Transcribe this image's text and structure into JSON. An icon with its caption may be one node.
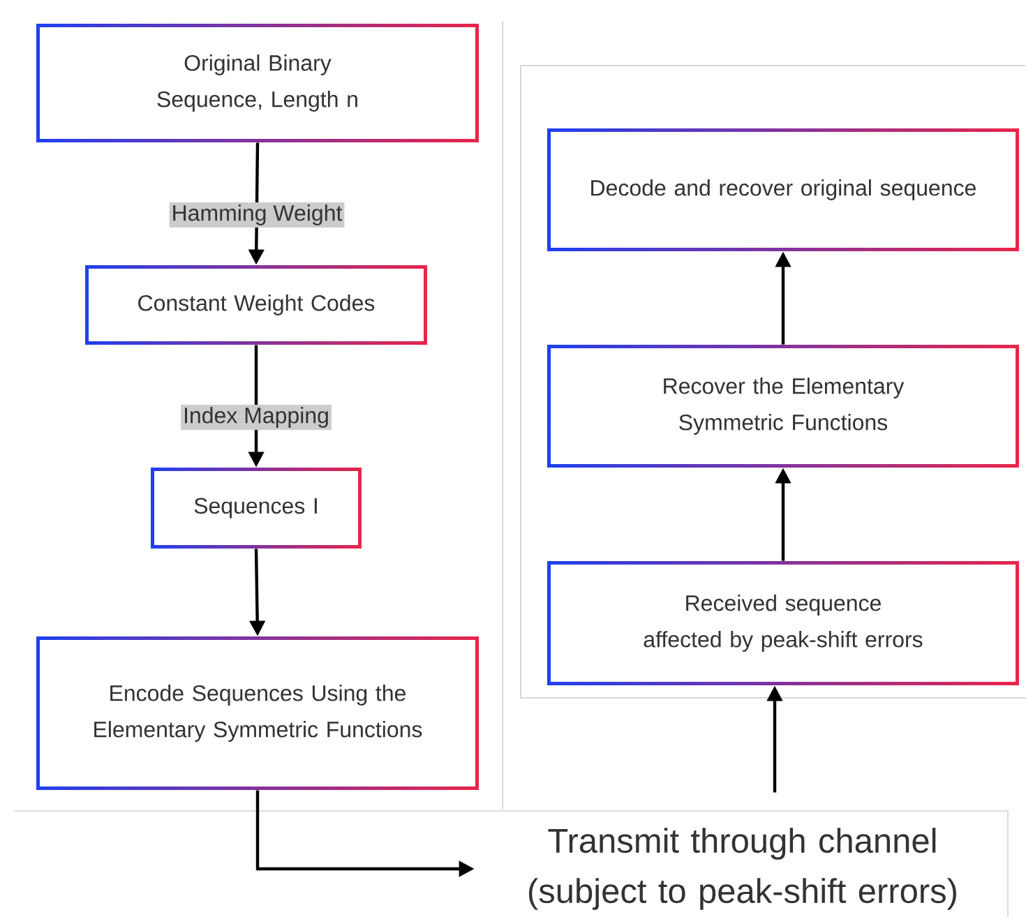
{
  "diagram": {
    "nodes": [
      {
        "text": [
          "Original Binary Sequence, Length n"
        ]
      },
      {
        "text": [
          "Constant Weight Codes"
        ]
      },
      {
        "text": [
          "Sequences I"
        ]
      },
      {
        "text": [
          "Encode Sequences Using the Elementary Symmetric Functions"
        ]
      },
      {
        "text": [
          "Transmit through channel (subject to peak-shift errors)"
        ]
      },
      {
        "text": [
          "Received sequence affected by peak-shift errors"
        ]
      },
      {
        "text": [
          "Recover the Elementary Symmetric Functions"
        ]
      },
      {
        "text": [
          "Decode and recover original sequence"
        ]
      }
    ],
    "edges": [
      {
        "from": 0,
        "to": 1,
        "arrow": "to",
        "label": "Hamming Weight"
      },
      {
        "from": 1,
        "to": 2,
        "arrow": "to",
        "label": "Index Mapping"
      },
      {
        "from": 2,
        "to": 3,
        "arrow": "to"
      },
      {
        "from": 3,
        "to": 4,
        "arrow": "to"
      },
      {
        "from": 4,
        "to": 5,
        "arrow": "to"
      },
      {
        "from": 5,
        "to": 6,
        "arrow": "to"
      },
      {
        "from": 6,
        "to": 7,
        "arrow": "to"
      }
    ]
  }
}
